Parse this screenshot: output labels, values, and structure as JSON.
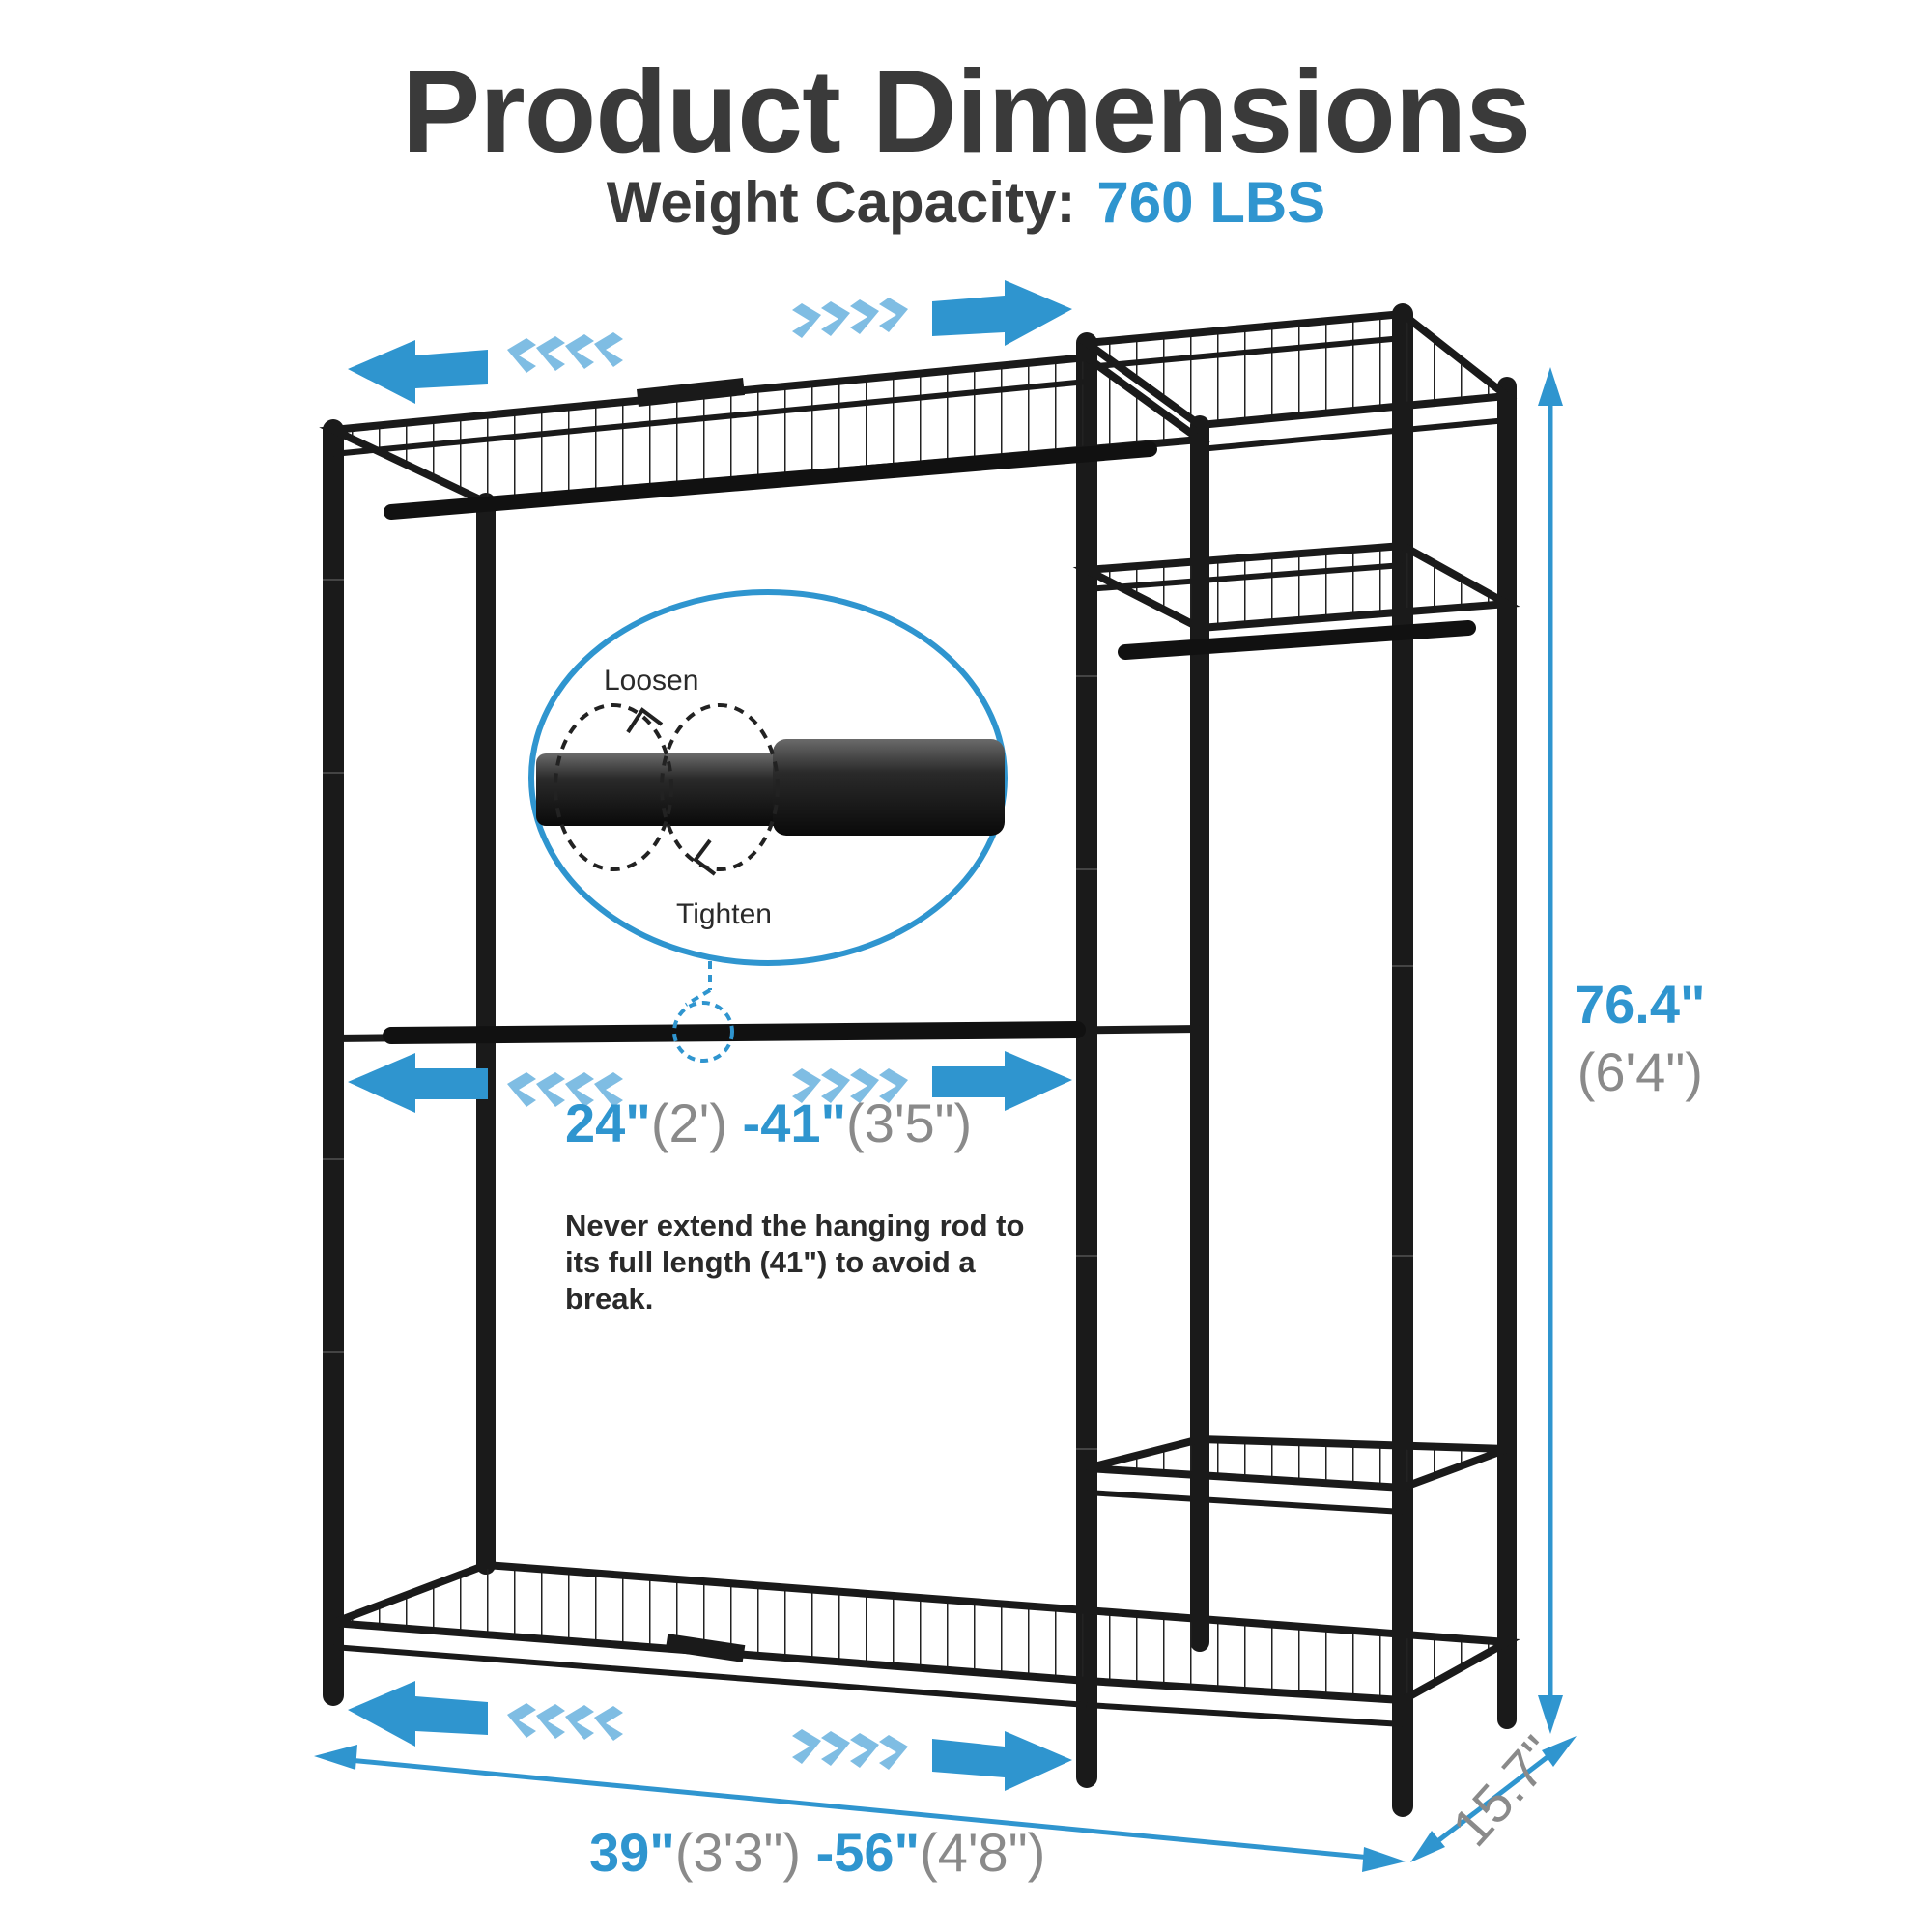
{
  "title": "Product Dimensions",
  "subtitle": {
    "label": "Weight Capacity:",
    "value": "760 LBS"
  },
  "dimensions": {
    "rod_width_min": "24\"",
    "rod_width_min_ft": "(2')",
    "rod_width_max": "-41\"",
    "rod_width_max_ft": "(3'5\")",
    "length_min": "39\"",
    "length_min_ft": "(3'3\")",
    "length_max": "-56\"",
    "length_max_ft": "(4'8\")",
    "height": "76.4\"",
    "height_ft": "(6'4\")",
    "depth": "15.7\""
  },
  "callout": {
    "loosen": "Loosen",
    "tighten": "Tighten"
  },
  "note": "Never extend the hanging rod to its full length (41\") to avoid a break.",
  "colors": {
    "accent": "#2f95cf",
    "text": "#3a3a3a",
    "frame": "#1a1a1a"
  }
}
